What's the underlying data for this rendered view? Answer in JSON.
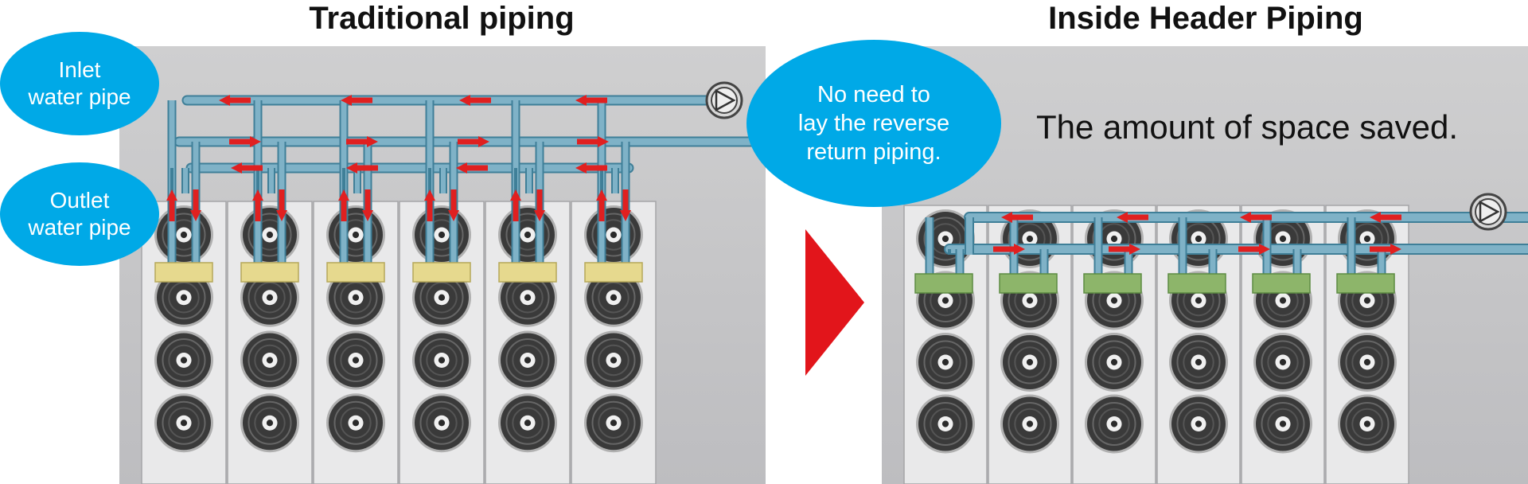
{
  "left": {
    "title": "Traditional piping",
    "inlet_label": "Inlet\nwater pipe",
    "outlet_label": "Outlet\nwater pipe"
  },
  "right": {
    "title": "Inside Header Piping",
    "callout": "No need to\nlay the reverse\nreturn piping.",
    "caption": "The amount of space saved."
  },
  "colors": {
    "pipe": "#7fb2c7",
    "pipe_outline": "#3f7f98",
    "flow_arrow": "#e02020",
    "bubble": "#00a9e7",
    "transition_arrow": "#e2151b",
    "header_box_traditional": "#e6d98e",
    "header_box_inside": "#8db56a"
  },
  "icons": [
    "pump-icon",
    "flow-arrow-icon",
    "fan-icon",
    "transition-arrow-icon"
  ]
}
